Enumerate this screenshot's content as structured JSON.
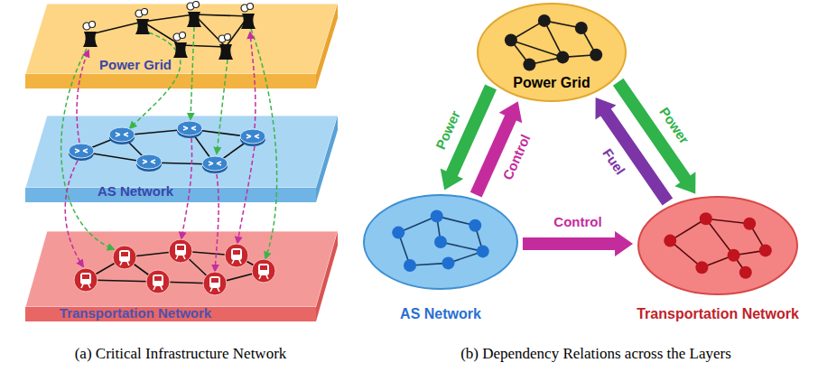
{
  "diagram": {
    "nodes": [
      {
        "text": [
          "Power Grid"
        ]
      },
      {
        "text": [
          "AS Network"
        ]
      },
      {
        "text": [
          "Transportation Network"
        ]
      },
      {
        "text": [
          "Power Grid"
        ]
      },
      {
        "text": [
          "AS Network"
        ]
      },
      {
        "text": [
          "Transportation Network"
        ]
      }
    ],
    "edges": [
      {
        "from": 3,
        "to": 4,
        "label": "Power",
        "arrow": "to"
      },
      {
        "from": 4,
        "to": 3,
        "label": "Control",
        "arrow": "to"
      },
      {
        "from": 5,
        "to": 3,
        "label": "Fuel",
        "arrow": "to"
      },
      {
        "from": 3,
        "to": 5,
        "label": "Power",
        "arrow": "to"
      },
      {
        "from": 4,
        "to": 5,
        "label": "Control",
        "arrow": "to"
      }
    ],
    "labels": [
      "(a) Critical Infrastructure Network",
      "(b) Dependency Relations across the Layers"
    ]
  }
}
